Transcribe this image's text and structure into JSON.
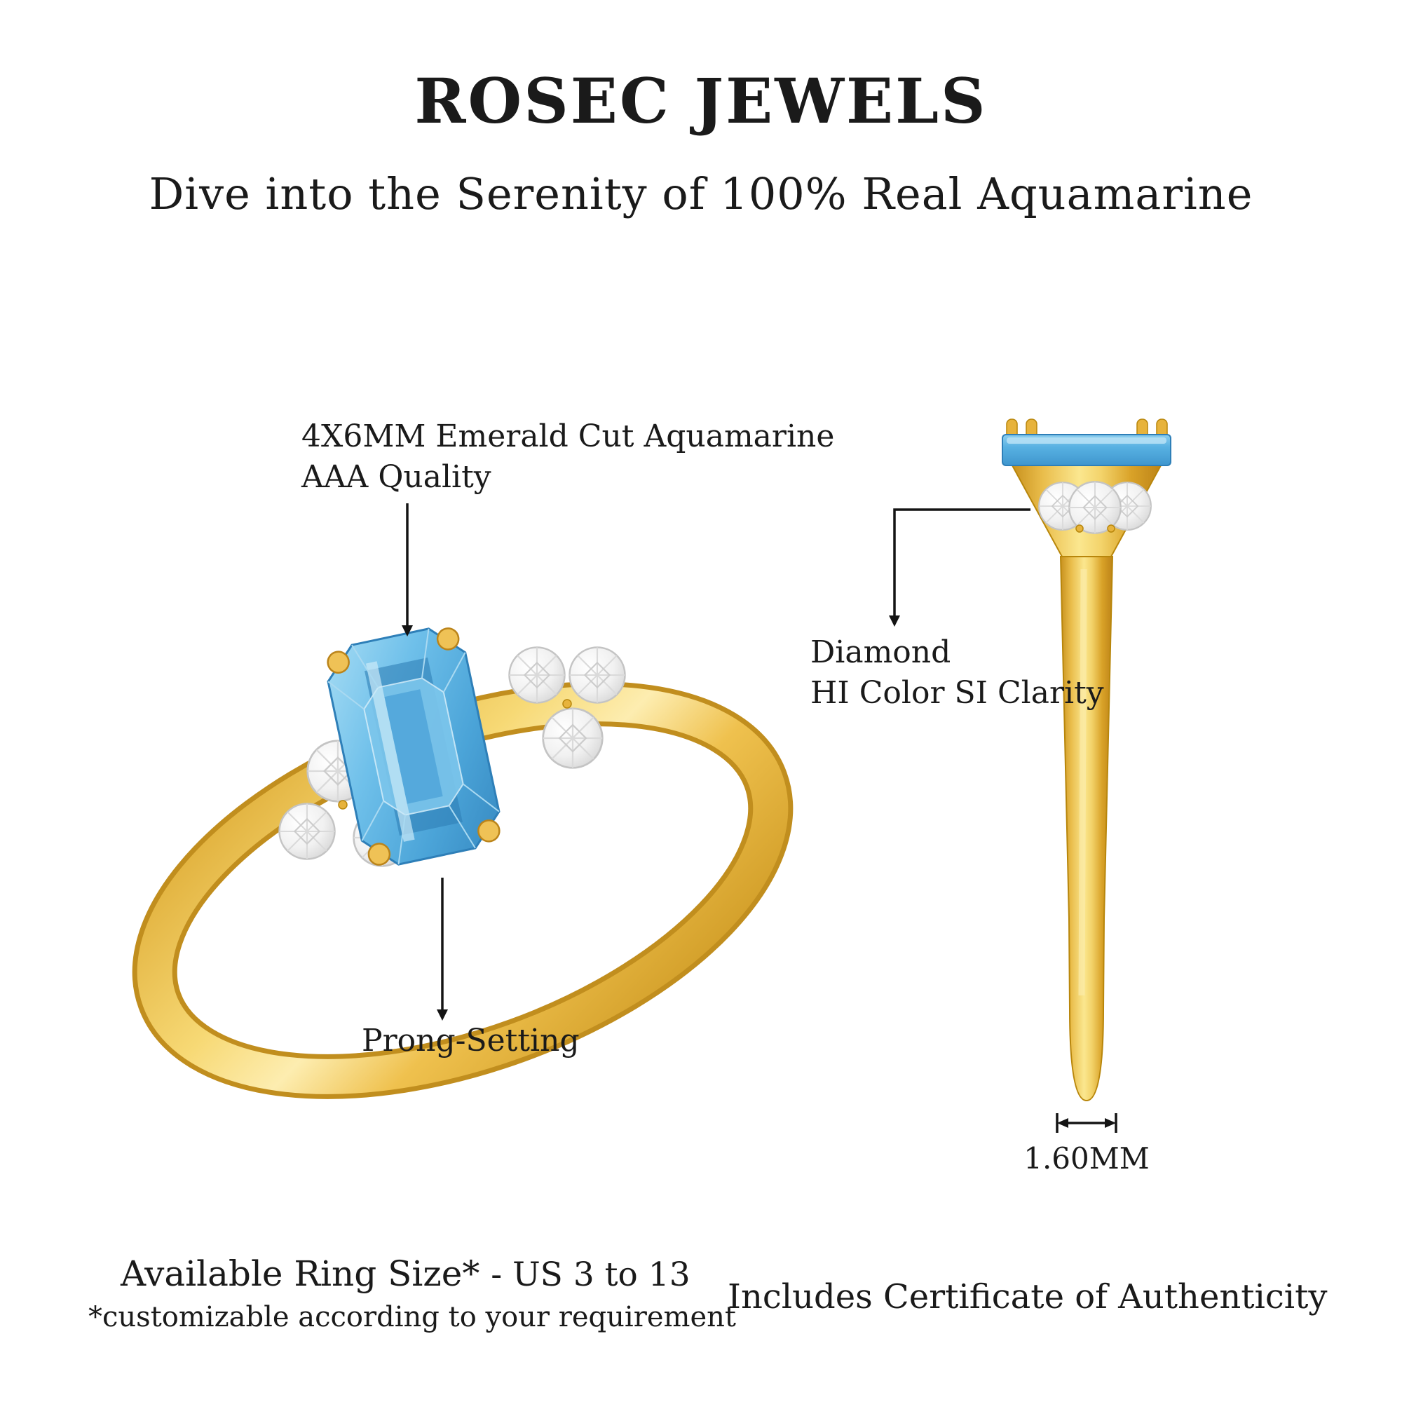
{
  "header": {
    "brand": "ROSEC JEWELS",
    "tagline": "Dive into the Serenity of 100% Real Aquamarine"
  },
  "annotations": {
    "stone_line1": "4X6MM Emerald Cut Aquamarine",
    "stone_line2": "AAA Quality",
    "prong_label": "Prong-Setting",
    "diamond_line1": "Diamond",
    "diamond_line2": "HI Color SI Clarity",
    "band_width_label": "1.60MM"
  },
  "footer": {
    "ring_size_label": "Available Ring Size*",
    "ring_size_value": "- US 3 to 13",
    "customize_note": "*customizable according to your requirement",
    "certificate_note": "Includes Certificate of Authenticity"
  },
  "colors": {
    "background": "#FFFFFF",
    "text": "#1A1A1A",
    "gold": "#E9B93F",
    "gold_dark": "#B8860B",
    "gold_light": "#FBE38B",
    "aquamarine": "#5FB5E5",
    "aquamarine_dark": "#3E93CC",
    "diamond_white": "#F4F4F4"
  }
}
